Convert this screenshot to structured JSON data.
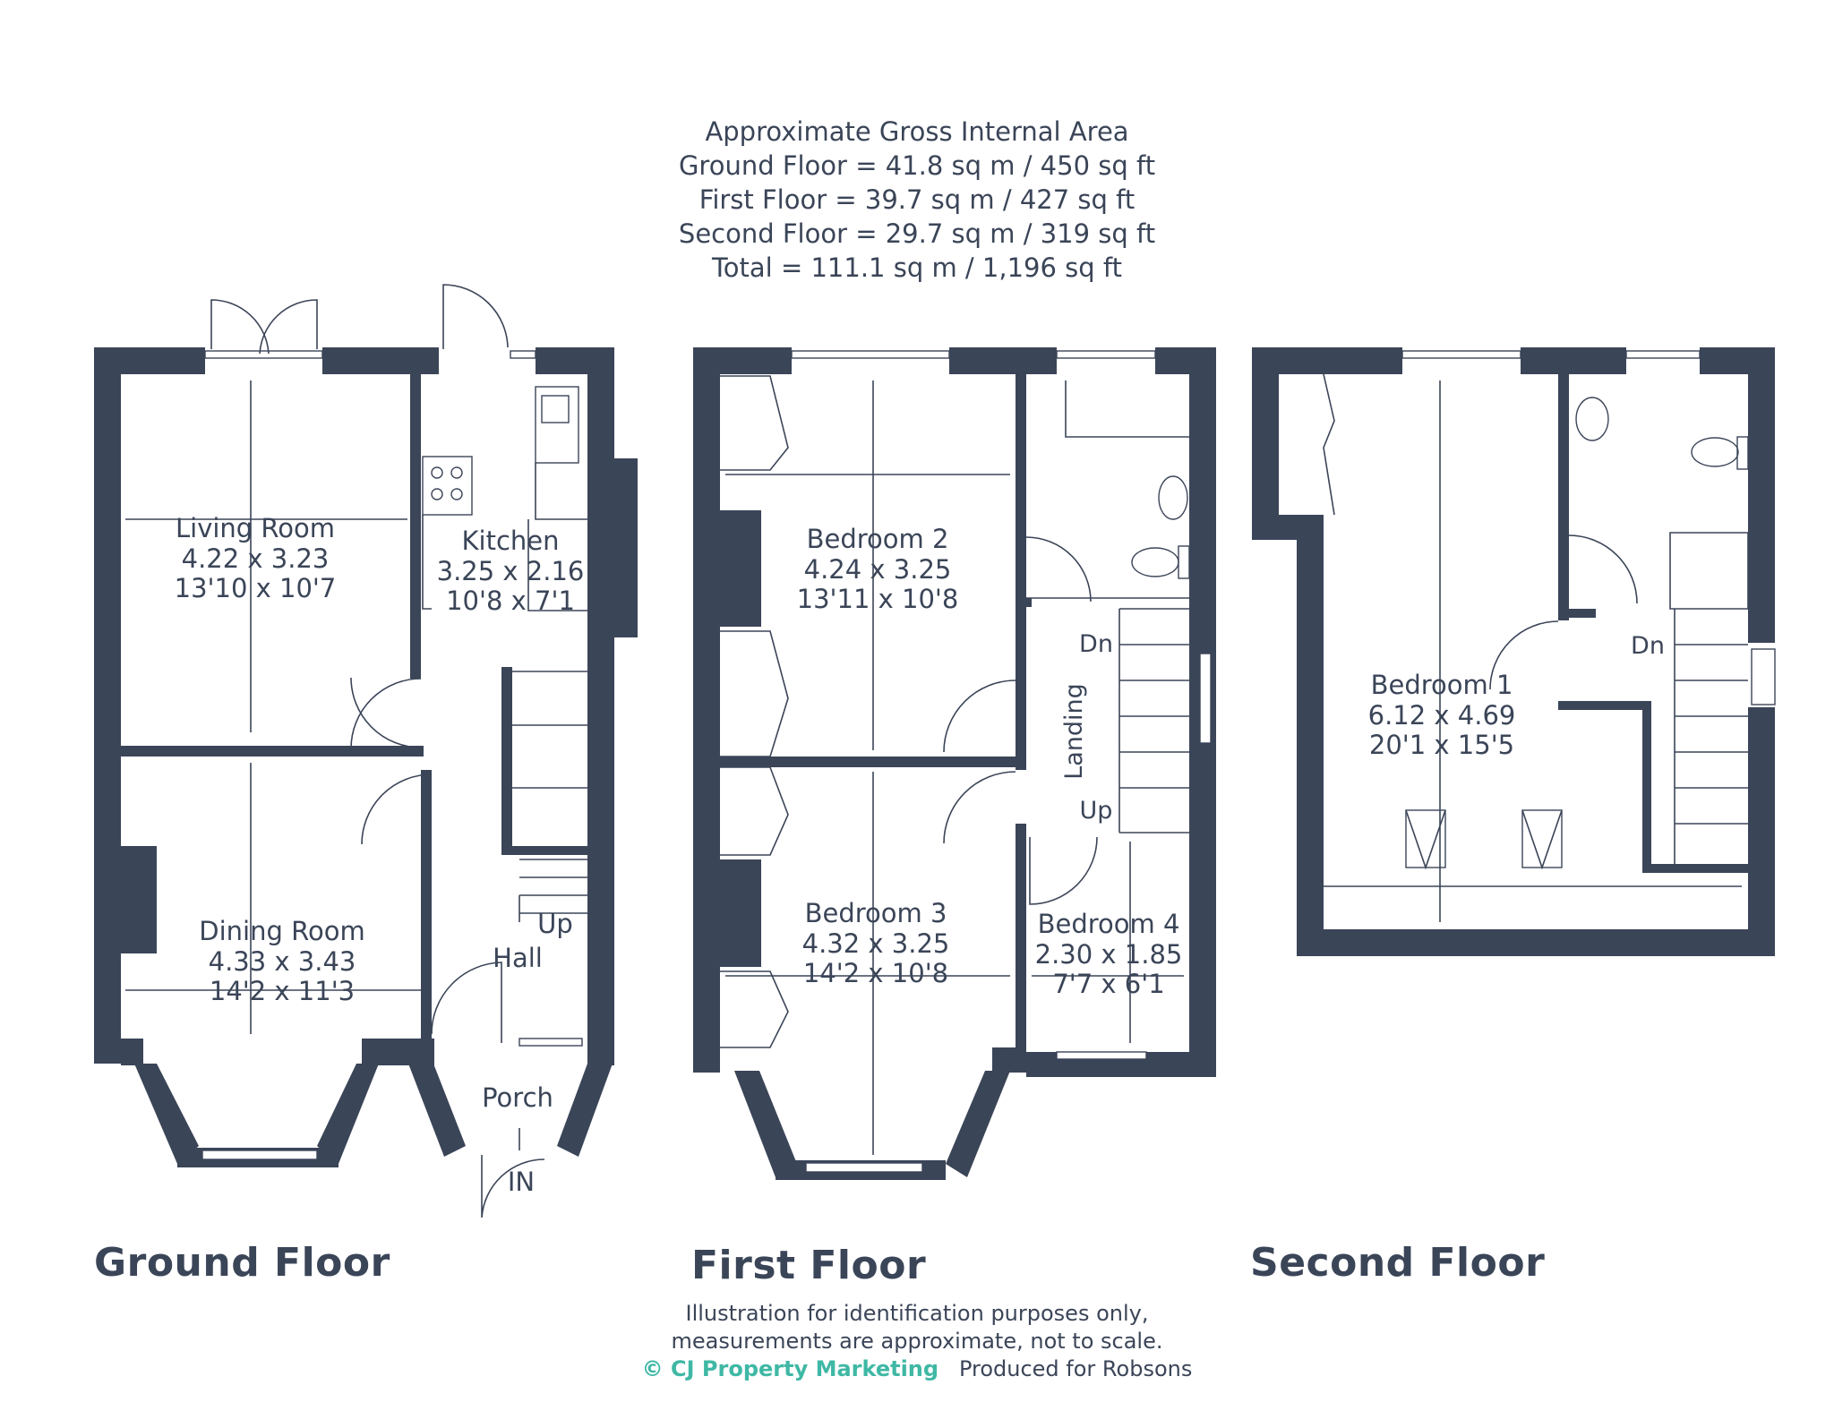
{
  "area": {
    "heading": "Approximate Gross Internal Area",
    "ground": "Ground Floor = 41.8 sq m / 450 sq ft",
    "first": "First Floor = 39.7 sq m / 427 sq ft",
    "second": "Second Floor = 29.7 sq m / 319 sq ft",
    "total": "Total = 111.1 sq m / 1,196 sq ft"
  },
  "floors": {
    "ground": {
      "title": "Ground Floor",
      "living_room": {
        "name": "Living Room",
        "metric": "4.22 x 3.23",
        "imperial": "13'10 x 10'7"
      },
      "kitchen": {
        "name": "Kitchen",
        "metric": "3.25 x 2.16",
        "imperial": "10'8 x 7'1"
      },
      "dining_room": {
        "name": "Dining Room",
        "metric": "4.33 x 3.43",
        "imperial": "14'2 x 11'3"
      },
      "hall": "Hall",
      "porch": "Porch",
      "up": "Up",
      "entrance": "IN"
    },
    "first": {
      "title": "First Floor",
      "bedroom2": {
        "name": "Bedroom 2",
        "metric": "4.24 x 3.25",
        "imperial": "13'11 x 10'8"
      },
      "bedroom3": {
        "name": "Bedroom 3",
        "metric": "4.32 x 3.25",
        "imperial": "14'2 x 10'8"
      },
      "bedroom4": {
        "name": "Bedroom 4",
        "metric": "2.30 x 1.85",
        "imperial": "7'7 x 6'1"
      },
      "landing": "Landing",
      "dn": "Dn",
      "up": "Up"
    },
    "second": {
      "title": "Second Floor",
      "bedroom1": {
        "name": "Bedroom 1",
        "metric": "6.12 x 4.69",
        "imperial": "20'1 x 15'5"
      },
      "dn": "Dn"
    }
  },
  "footer": {
    "line1": "Illustration for identification purposes only,",
    "line2": "measurements are approximate, not to scale.",
    "brand": "© CJ Property Marketing",
    "produced": "Produced for Robsons"
  },
  "colors": {
    "wall": "#3b4558",
    "brand": "#3fb8a5"
  }
}
